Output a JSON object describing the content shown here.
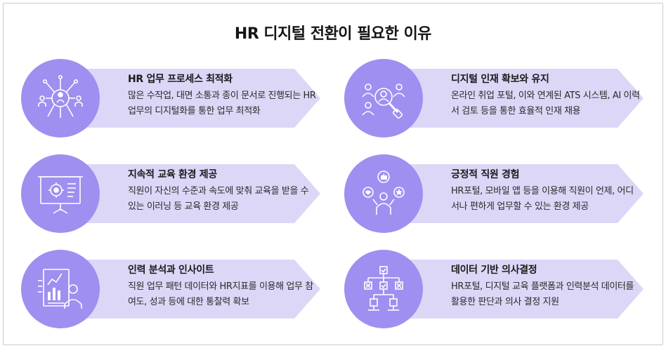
{
  "title": "HR 디지털 전환이 필요한 이유",
  "cards": [
    {
      "heading": "HR 업무 프로세스 최적화",
      "desc": "많은 수작업, 대면 소통과 종이 문서로 진행되는 HR업무의 디지털화를 통한 업무 최적화",
      "icon": "network-people-icon"
    },
    {
      "heading": "디지털 인재 확보와 유지",
      "desc": "온라인 취업 포털, 이와 연계된 ATS 시스템, AI 이력서 검토 등을 통한 효율적 인재 채용",
      "icon": "talent-search-icon"
    },
    {
      "heading": "지속적 교육 환경 제공",
      "desc": "직원이 자신의 수준과 속도에 맞춰 교육을 받을 수 있는 이러닝 등 교육 환경 제공",
      "icon": "presentation-board-icon"
    },
    {
      "heading": "긍정적 직원 경험",
      "desc": "HR포털, 모바일 앱 등을 이용해 직원이 언제, 어디서나 편하게 업무할 수 있는 환경 제공",
      "icon": "happy-employee-icon"
    },
    {
      "heading": "인력 분석과 인사이트",
      "desc": "직원 업무 패턴 데이터와 HR지표를 이용해 업무 참여도, 성과 등에 대한 통찰력 확보",
      "icon": "analytics-report-icon"
    },
    {
      "heading": "데이터 기반 의사결정",
      "desc": "HR포털, 디지털 교육 플랫폼과 인력분석 데이터를 활용한 판단과 의사 결정 지원",
      "icon": "decision-flow-icon"
    }
  ],
  "colors": {
    "circle": "#9f8ff0",
    "band": "#dcd7f7",
    "icon_stroke": "#ffffff"
  }
}
